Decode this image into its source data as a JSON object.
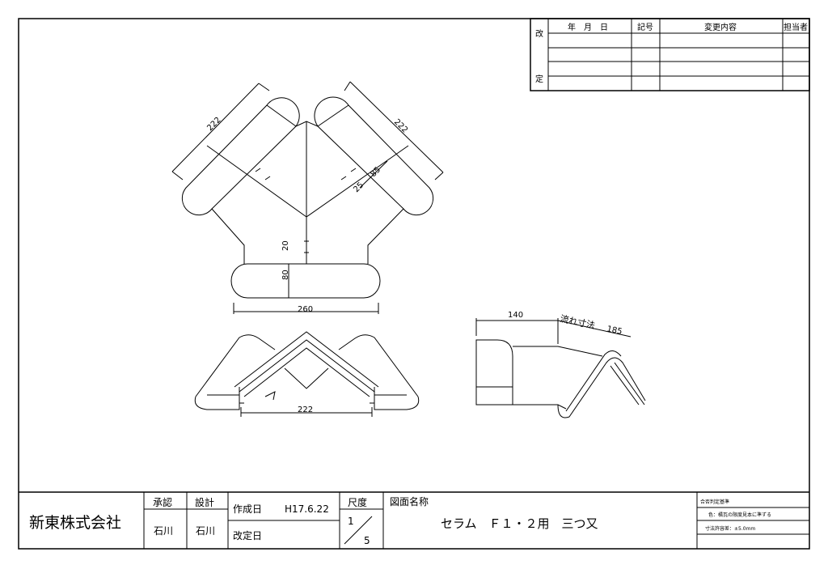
{
  "revision_table": {
    "kai": "改",
    "tei": "定",
    "date_header": "年　月　日",
    "symbol_header": "記号",
    "change_header": "変更内容",
    "person_header": "担当者"
  },
  "dimensions": {
    "top_left": "222",
    "top_right": "222",
    "rib_85": "85",
    "rib_25": "25",
    "gap_20": "20",
    "base_80": "80",
    "width_260": "260",
    "front_222": "222",
    "side_140": "140",
    "flow_label": "流れ寸法",
    "flow_185": "185"
  },
  "title_block": {
    "company": "新東株式会社",
    "approval": "承認",
    "design": "設計",
    "approver": "石川",
    "designer": "石川",
    "created_label": "作成日",
    "created_date": "H17.6.22",
    "revised_label": "改定日",
    "scale_label": "尺度",
    "scale_num": "1",
    "scale_den": "5",
    "drawing_name_label": "図面名称",
    "drawing_name": "セラム　Ｆ１・２用　三つ又",
    "criteria_title": "合否判定基準",
    "criteria_color": "色：橘瓦の限度見本に準ずる",
    "criteria_tolerance": "寸法許容差：±5.0mm"
  }
}
